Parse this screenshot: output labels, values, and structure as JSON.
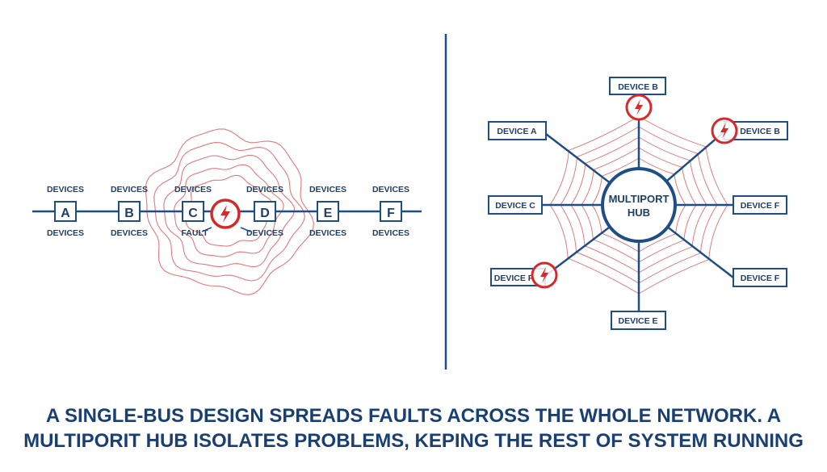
{
  "colors": {
    "navy": "#1f4e85",
    "fault_red": "#d62a2a",
    "ripple_red": "#e07a7a",
    "text": "#1f3f66"
  },
  "bus": {
    "nodes": [
      {
        "letter": "A",
        "top": "DEVICES",
        "bottom": "DEVICES"
      },
      {
        "letter": "B",
        "top": "DEVICES",
        "bottom": "DEVICES"
      },
      {
        "letter": "C",
        "top": "DEVICES",
        "bottom": "FAULT"
      },
      {
        "letter": "D",
        "top": "DEVICES",
        "bottom": "DEVICES"
      },
      {
        "letter": "E",
        "top": "DEVICES",
        "bottom": "DEVICES"
      },
      {
        "letter": "F",
        "top": "DEVICES",
        "bottom": "DEVICES"
      }
    ],
    "fault_icon": "lightning-bolt-icon"
  },
  "hub": {
    "center_line1": "MULTIPORT",
    "center_line2": "HUB",
    "devices": {
      "top": "DEVICE B",
      "top_right": "DEVICE B",
      "right": "DEVICE F",
      "bottom_right": "DEVICE F",
      "bottom": "DEVICE E",
      "bottom_left": "DEVICE F",
      "left": "DEVICE C",
      "top_left": "DEVICE A"
    },
    "fault_icon": "lightning-bolt-icon"
  },
  "caption": {
    "line1": "A SINGLE-BUS DESIGN SPREADS FAULTS ACROSS THE WHOLE NETWORK. A",
    "line2": "MULTIPORIT HUB ISOLATES PROBLEMS, KEPING THE REST OF SYSTEM RUNNING"
  }
}
